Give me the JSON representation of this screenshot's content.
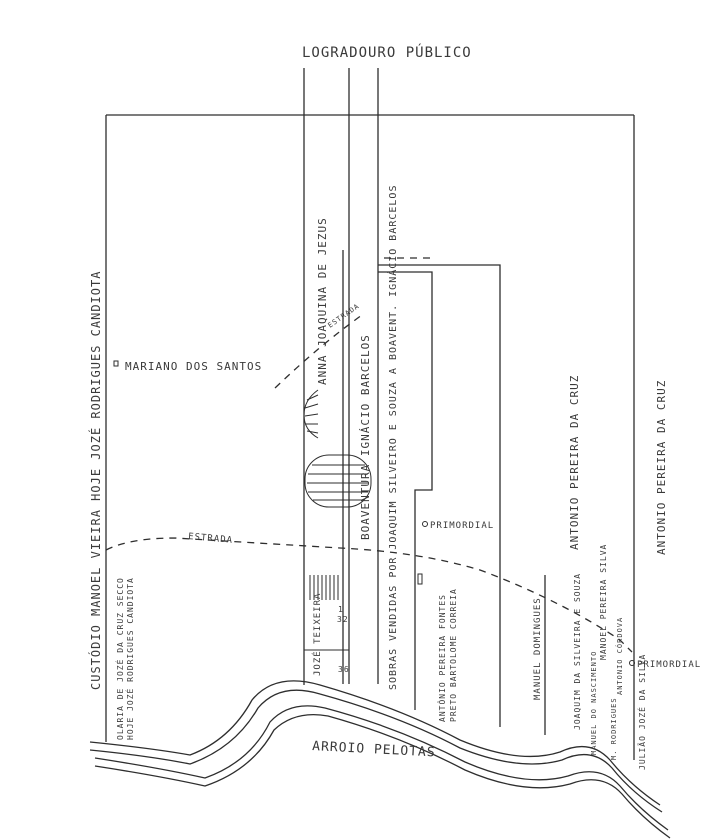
{
  "title": "LOGRADOURO PÚBLICO",
  "river": "ARROIO PELOTAS",
  "road_label": "ESTRADA",
  "road_label_small": "ESTRADA",
  "primordial_1": "PRIMORDIAL",
  "primordial_2": "PRIMORDIAL",
  "owners": {
    "custodio": "CUSTÓDIO MANOEL VIEIRA   HOJE JOZÉ RODRIGUES CANDIOTA",
    "mariano": "MARIANO DOS SANTOS",
    "anna": "ANNA JOAQUINA DE JEZUS",
    "boaventura": "BOAVENTURA  IGNÁCIO BARCELOS",
    "sobras": "SOBRAS VENDIDAS POR JOAQUIM SILVEIRO E SOUZA A BOAVENT. IGNÁCIO BARCELOS",
    "antonio_pereira_1": "ANTONIO PEREIRA DA CRUZ",
    "antonio_pereira_2": "ANTONIO PEREIRA DA CRUZ",
    "olaria": "OLARIA DE JOZÉ DA CRUZ SECCO",
    "hoje_jose": "HOJE JOZÉ RODRIGUES CANDIOTA",
    "joze_teixeira": "JOZÉ TEIXEIRA",
    "antonio_pereira_fontes": "ANTÔNIO PEREIRA FONTES",
    "preto_bartolome": "PRETO BARTOLOME CORREIA",
    "manuel_domingues": "MANUEL DOMINGUES",
    "joaquim_silveira": "JOAQUIM DA SILVEIRA E SOUZA",
    "manoel_pereira_silva": "MANOEL PEREIRA SILVA",
    "manuel_nascimento": "MANUEL DO NASCIMENTO",
    "antonio_cordova": "ANTONIO CÓRDOVA",
    "m_rodrigues": "M. RODRIGUES",
    "juliao": "JULIÃO JOZÉ DA SILVA"
  },
  "lot_numbers": {
    "n1": "1",
    "n2": "32",
    "n3": "36"
  }
}
